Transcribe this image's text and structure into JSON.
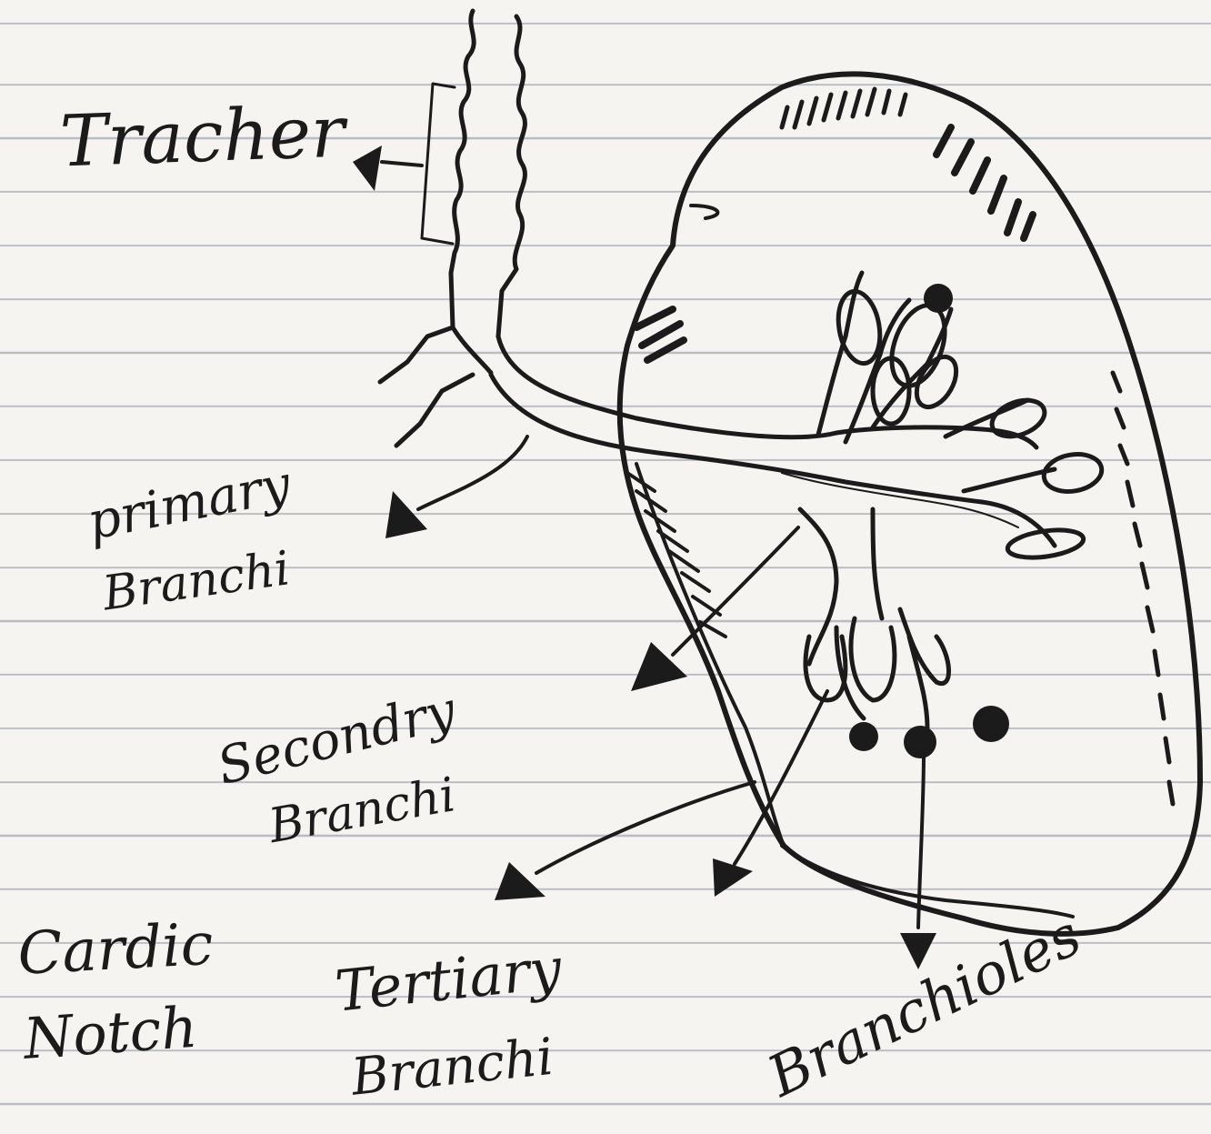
{
  "labels": {
    "trachea": "Tracher",
    "primary_line1": "primary",
    "primary_line2": "Branchi",
    "secondary_line1": "Secondry",
    "secondary_line2": "Branchi",
    "cardiac_line1": "Cardic",
    "cardiac_line2": "Notch",
    "tertiary_line1": "Tertiary",
    "tertiary_line2": "Branchi",
    "bronchioles": "Branchioles"
  },
  "colors": {
    "ink": "#1b1b1b",
    "paper": "#f6f4f0",
    "rule_line": "#b9bcc4"
  }
}
